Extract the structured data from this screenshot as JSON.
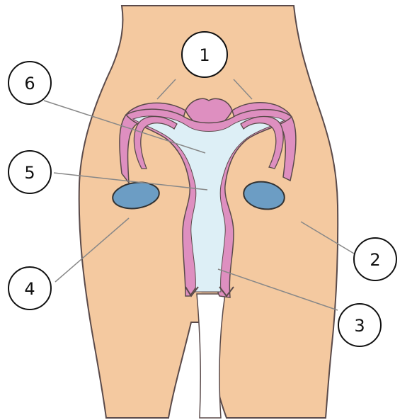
{
  "diagram": {
    "callouts": [
      {
        "id": "1",
        "label": "1"
      },
      {
        "id": "2",
        "label": "2"
      },
      {
        "id": "3",
        "label": "3"
      },
      {
        "id": "4",
        "label": "4"
      },
      {
        "id": "5",
        "label": "5"
      },
      {
        "id": "6",
        "label": "6"
      }
    ],
    "colors": {
      "skin": "#F4C9A0",
      "wall": "#DE8FC0",
      "cavity": "#DDEFF6",
      "ovary": "#6C9DC4",
      "outline": "#5A4A4A",
      "leader": "#888888"
    }
  }
}
